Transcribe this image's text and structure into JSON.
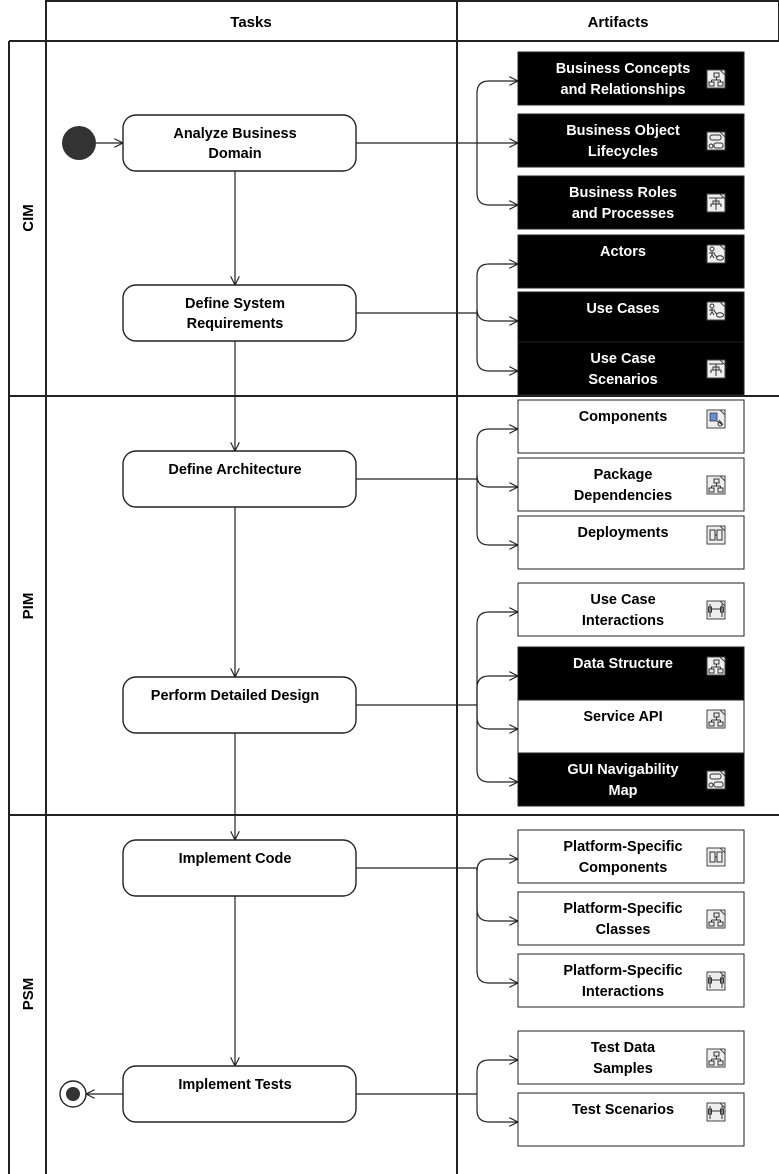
{
  "columns": {
    "tasks": "Tasks",
    "artifacts": "Artifacts"
  },
  "lanes": [
    {
      "id": "cim",
      "label": "CIM"
    },
    {
      "id": "pim",
      "label": "PIM"
    },
    {
      "id": "psm",
      "label": "PSM"
    }
  ],
  "tasks": [
    {
      "id": "analyze",
      "lines": [
        "Analyze Business",
        "Domain"
      ]
    },
    {
      "id": "sysreq",
      "lines": [
        "Define System",
        "Requirements"
      ]
    },
    {
      "id": "arch",
      "lines": [
        "Define Architecture"
      ]
    },
    {
      "id": "design",
      "lines": [
        "Perform Detailed Design"
      ]
    },
    {
      "id": "code",
      "lines": [
        "Implement Code"
      ]
    },
    {
      "id": "tests",
      "lines": [
        "Implement Tests"
      ]
    }
  ],
  "artifacts": [
    {
      "id": "concepts",
      "task": "analyze",
      "lines": [
        "Business Concepts",
        "and Relationships"
      ],
      "dark": true,
      "icon": "class-diagram-icon"
    },
    {
      "id": "lifecycles",
      "task": "analyze",
      "lines": [
        "Business Object",
        "Lifecycles"
      ],
      "dark": true,
      "icon": "state-diagram-icon"
    },
    {
      "id": "roles",
      "task": "analyze",
      "lines": [
        "Business Roles",
        "and Processes"
      ],
      "dark": true,
      "icon": "activity-diagram-icon"
    },
    {
      "id": "actors",
      "task": "sysreq",
      "lines": [
        "Actors"
      ],
      "dark": true,
      "icon": "use-case-diagram-icon"
    },
    {
      "id": "usecases",
      "task": "sysreq",
      "lines": [
        "Use Cases"
      ],
      "dark": true,
      "icon": "use-case-diagram-icon"
    },
    {
      "id": "ucscenarios",
      "task": "sysreq",
      "lines": [
        "Use Case",
        "Scenarios"
      ],
      "dark": true,
      "icon": "activity-diagram-icon"
    },
    {
      "id": "components",
      "task": "arch",
      "lines": [
        "Components"
      ],
      "dark": false,
      "icon": "component-diagram-icon"
    },
    {
      "id": "pkgdeps",
      "task": "arch",
      "lines": [
        "Package",
        "Dependencies"
      ],
      "dark": false,
      "icon": "class-diagram-icon"
    },
    {
      "id": "deployments",
      "task": "arch",
      "lines": [
        "Deployments"
      ],
      "dark": false,
      "icon": "deployment-diagram-icon"
    },
    {
      "id": "ucinteractions",
      "task": "design",
      "lines": [
        "Use Case",
        "Interactions"
      ],
      "dark": false,
      "icon": "sequence-diagram-icon"
    },
    {
      "id": "datastructure",
      "task": "design",
      "lines": [
        "Data Structure"
      ],
      "dark": true,
      "icon": "class-diagram-icon"
    },
    {
      "id": "serviceapi",
      "task": "design",
      "lines": [
        "Service API"
      ],
      "dark": false,
      "icon": "class-diagram-icon"
    },
    {
      "id": "guinav",
      "task": "design",
      "lines": [
        "GUI Navigability",
        "Map"
      ],
      "dark": true,
      "icon": "state-diagram-icon"
    },
    {
      "id": "pscomponents",
      "task": "code",
      "lines": [
        "Platform-Specific",
        "Components"
      ],
      "dark": false,
      "icon": "deployment-diagram-icon"
    },
    {
      "id": "psclasses",
      "task": "code",
      "lines": [
        "Platform-Specific",
        "Classes"
      ],
      "dark": false,
      "icon": "class-diagram-icon"
    },
    {
      "id": "psinteractions",
      "task": "code",
      "lines": [
        "Platform-Specific",
        "Interactions"
      ],
      "dark": false,
      "icon": "sequence-diagram-icon"
    },
    {
      "id": "testdata",
      "task": "tests",
      "lines": [
        "Test Data",
        "Samples"
      ],
      "dark": false,
      "icon": "class-diagram-icon"
    },
    {
      "id": "testscenarios",
      "task": "tests",
      "lines": [
        "Test Scenarios"
      ],
      "dark": false,
      "icon": "sequence-diagram-icon"
    }
  ],
  "colors": {
    "line": "#222222",
    "dark_fill": "#000000",
    "light_fill": "#ffffff",
    "start_node": "#333333"
  }
}
